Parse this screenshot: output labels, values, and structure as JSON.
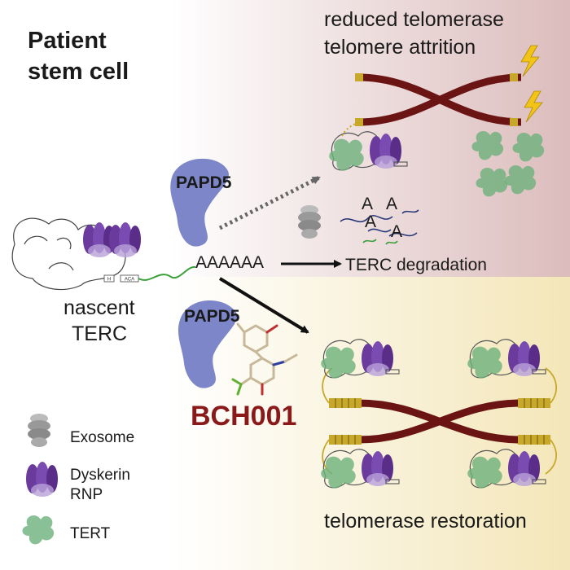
{
  "title": {
    "line1": "Patient",
    "line2": "stem cell"
  },
  "top_path": {
    "line1": "reduced telomerase",
    "line2": "telomere attrition"
  },
  "enzyme": {
    "papd5_top": "PAPD5",
    "papd5_bottom": "PAPD5"
  },
  "polyA": {
    "tail": "AAAAAA",
    "scattered": [
      "A",
      "A",
      "A",
      "A"
    ]
  },
  "degradation": "TERC degradation",
  "nascent": {
    "line1": "nascent",
    "line2": "TERC",
    "box_h": "H",
    "box_aca": "ACA"
  },
  "drug": "BCH001",
  "restoration": "telomerase restoration",
  "legend": {
    "exosome": "Exosome",
    "dyskerin_line1": "Dyskerin",
    "dyskerin_line2": "RNP",
    "tert": "TERT"
  },
  "colors": {
    "bg_top": "#eddede",
    "bg_bottom": "#f7efcf",
    "papd5": "#7c86c8",
    "dyskerin": "#6a3b9c",
    "tert": "#6db07a",
    "exosome": "#9a9a9a",
    "telomere": "#6b1414",
    "telomere_cap": "#c8a82a",
    "drug_text": "#8a1a1a",
    "lightning": "#f2c418"
  }
}
